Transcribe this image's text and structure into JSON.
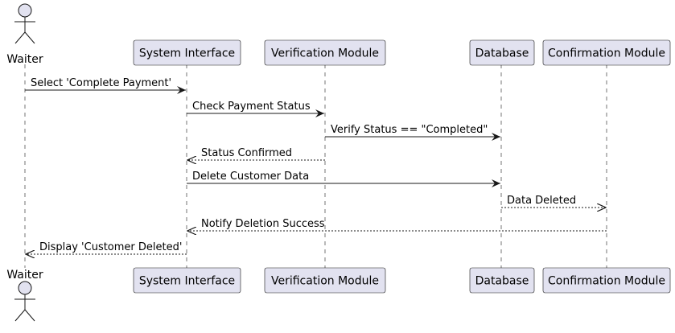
{
  "colors": {
    "participant_fill": "#E2E2F0",
    "participant_stroke": "#181818",
    "lifeline": "#181818",
    "arrow": "#181818"
  },
  "participants": [
    {
      "id": "waiter",
      "kind": "actor",
      "label": "Waiter"
    },
    {
      "id": "system_interface",
      "kind": "participant",
      "label": "System Interface"
    },
    {
      "id": "verification_module",
      "kind": "participant",
      "label": "Verification Module"
    },
    {
      "id": "database",
      "kind": "participant",
      "label": "Database"
    },
    {
      "id": "confirmation_module",
      "kind": "participant",
      "label": "Confirmation Module"
    }
  ],
  "messages": [
    {
      "from": "waiter",
      "to": "system_interface",
      "label": "Select 'Complete Payment'",
      "style": "solid"
    },
    {
      "from": "system_interface",
      "to": "verification_module",
      "label": "Check Payment Status",
      "style": "solid"
    },
    {
      "from": "verification_module",
      "to": "database",
      "label": "Verify Status == \"Completed\"",
      "style": "solid"
    },
    {
      "from": "verification_module",
      "to": "system_interface",
      "label": "Status Confirmed",
      "style": "dashed"
    },
    {
      "from": "system_interface",
      "to": "database",
      "label": "Delete Customer Data",
      "style": "solid"
    },
    {
      "from": "database",
      "to": "confirmation_module",
      "label": "Data Deleted",
      "style": "dashed"
    },
    {
      "from": "confirmation_module",
      "to": "system_interface",
      "label": "Notify Deletion Success",
      "style": "dashed"
    },
    {
      "from": "system_interface",
      "to": "waiter",
      "label": "Display 'Customer Deleted'",
      "style": "dashed"
    }
  ]
}
